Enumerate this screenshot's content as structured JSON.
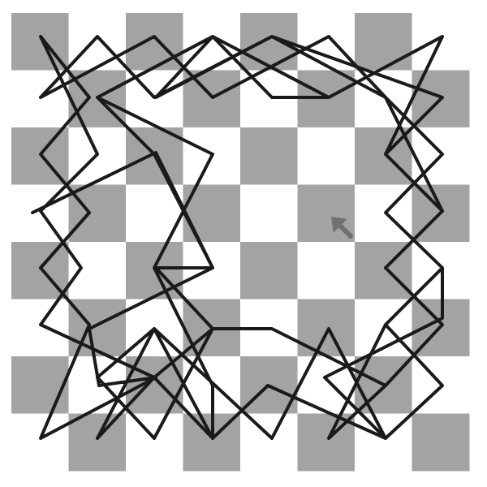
{
  "colors": {
    "background": "#ffffff",
    "dark_square": "#a3a3a3",
    "light_square": "#ffffff",
    "path_stroke": "#1a1a1a",
    "cursor": "#707070"
  },
  "board": {
    "columns": 8,
    "rows": 8
  },
  "path": {
    "closed": false
  },
  "cursor": {
    "icon": "arrow-pointer-icon",
    "direction": "up-left"
  }
}
